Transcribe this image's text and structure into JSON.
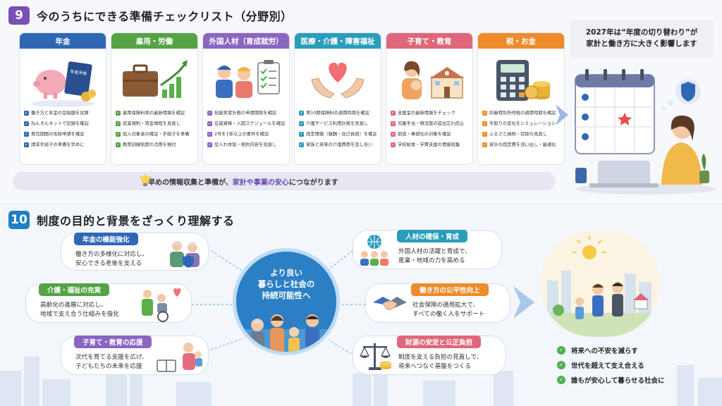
{
  "section9": {
    "number": "9",
    "title": "今のうちにできる準備チェックリスト（分野別）",
    "cards": [
      {
        "header": "年金",
        "color": "#2f67b6",
        "art_label": "年金手帳",
        "items": [
          "働き方と年金の受給額を試算",
          "ねんきんネットで記録を確認",
          "育児期間の免除申請を確認",
          "請求手続きの準備を早めに"
        ]
      },
      {
        "header": "雇用・労働",
        "color": "#55a344",
        "items": [
          "雇用保険料率の最新情報を確認",
          "就業規則・賃金規程を見直し",
          "加入対象者の確認・手続きを準備",
          "教育訓練制度の活用を検討"
        ]
      },
      {
        "header": "外国人材（育成就労）",
        "color": "#8a66c1",
        "items": [
          "技能実習計画の申請期限を確認",
          "在留資格・入国スケジュールを確認",
          "2号を1年以上の要件を確認",
          "受入れ体制・契約内容を見直し"
        ]
      },
      {
        "header": "医療・介護・障害福祉",
        "color": "#2a9dbb",
        "items": [
          "第10期保険料の適用時期を確認",
          "介護サービス利用計画を見直し",
          "改定情報（報酬・自己負担）を確認",
          "家族と将来の介護費用を話し合い"
        ]
      },
      {
        "header": "子育て・教育",
        "color": "#e0677a",
        "items": [
          "支援金の最新情報をチェック",
          "児童手当・現況届の提出忘れ防止",
          "助成・無償化の対象を確認",
          "学校給食・学費支援の情報収集"
        ]
      },
      {
        "header": "税・お金",
        "color": "#ee8b2a",
        "items": [
          "防衛特別所得税の適用時期を確認",
          "手取りの変化をシミュレーション",
          "ふるさと納税・控除の見直し",
          "家計の固定費を洗い出し・最適化"
        ]
      }
    ],
    "tip": {
      "before": "早めの情報収集と準備が、",
      "highlight": "家計や事業の安心",
      "after": "につながります"
    },
    "speech_line1": "2027年は“年度の切り替わり”が",
    "speech_line2": "家計と働き方に大きく影響します"
  },
  "section10": {
    "number": "10",
    "title": "制度の目的と背景をざっくり理解する",
    "center_line1": "より良い",
    "center_line2": "暮らしと社会の",
    "center_line3": "持続可能性へ",
    "left_items": [
      {
        "tag": "年金の機能強化",
        "color": "#2f67b6",
        "line1": "働き方の多様化に対応し、",
        "line2": "安心できる老後を支える"
      },
      {
        "tag": "介護・福祉の充実",
        "color": "#55a344",
        "line1": "高齢化の進展に対応し、",
        "line2": "地域で支え合う仕組みを強化"
      },
      {
        "tag": "子育て・教育の応援",
        "color": "#8a66c1",
        "line1": "次代を育てる支援を広げ、",
        "line2": "子どもたちの未来を応援"
      }
    ],
    "right_items": [
      {
        "tag": "人材の確保・育成",
        "color": "#2a9dbb",
        "line1": "外国人材の活躍と育成で、",
        "line2": "産業・地域の力を高める"
      },
      {
        "tag": "働き方の公平性向上",
        "color": "#ee8b2a",
        "line1": "社会保険の適用拡大で、",
        "line2": "すべての働く人をサポート"
      },
      {
        "tag": "財源の安定と公正負担",
        "color": "#e0677a",
        "line1": "制度を支える負担の見直しで、",
        "line2": "将来へつなぐ基盤をつくる"
      }
    ],
    "outcomes": [
      "将来への不安を減らす",
      "世代を超えて支え合える",
      "誰もが安心して暮らせる社会に"
    ]
  }
}
